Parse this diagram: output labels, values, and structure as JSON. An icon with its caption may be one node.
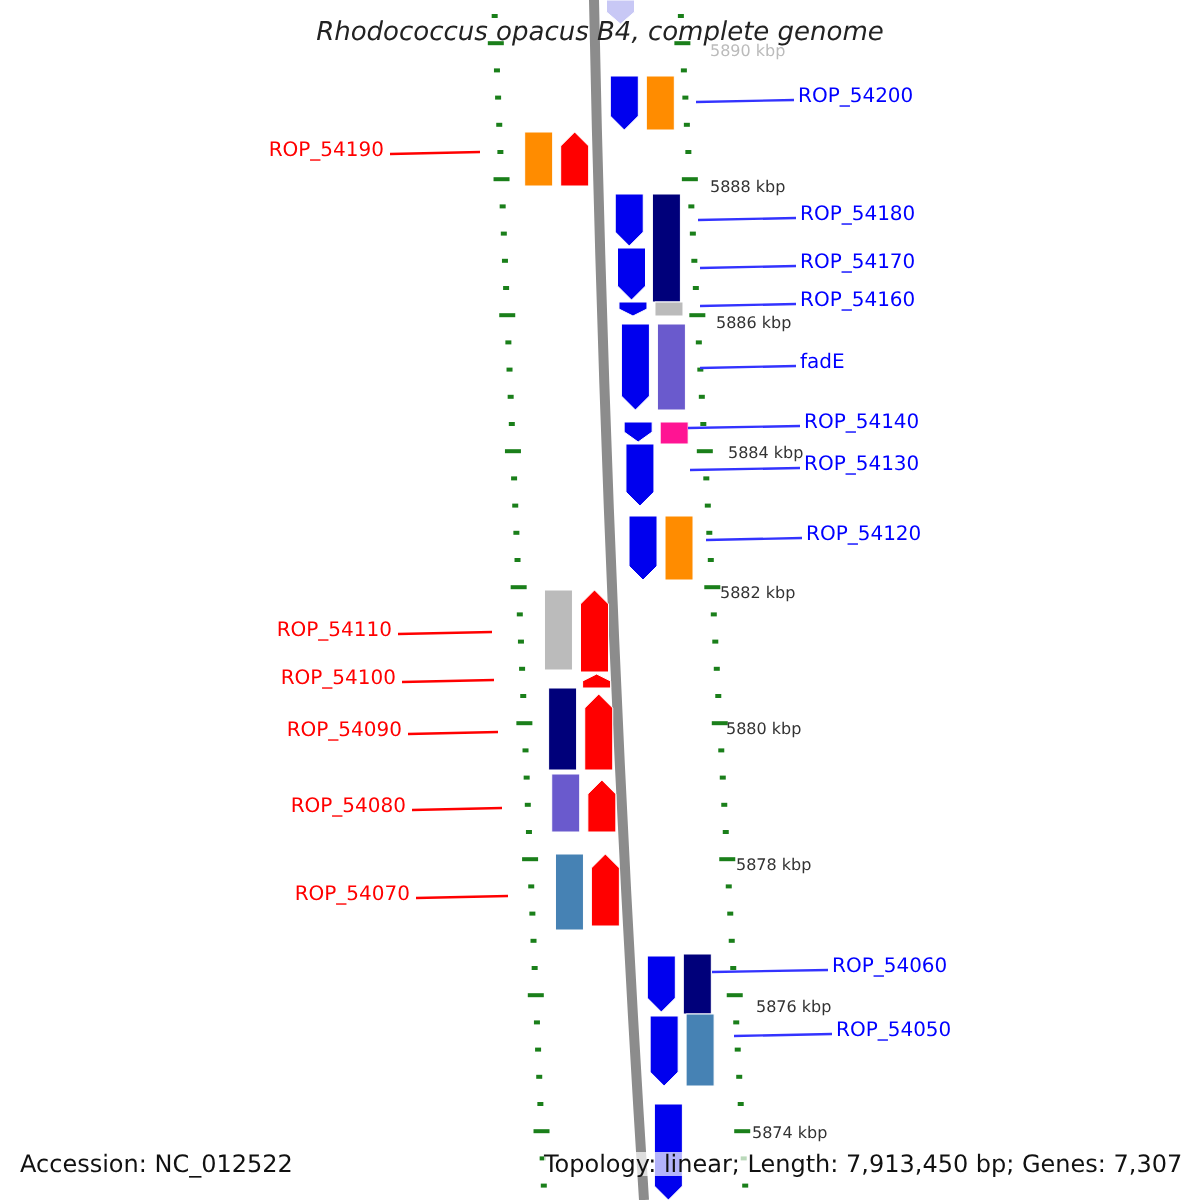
{
  "diagram": {
    "title": "Rhodococcus opacus B4, complete genome",
    "nodes": [
      {
        "text": [
          "ROP_54200"
        ]
      },
      {
        "text": [
          "ROP_54190"
        ]
      },
      {
        "text": [
          "ROP_54180"
        ]
      },
      {
        "text": [
          "ROP_54170"
        ]
      },
      {
        "text": [
          "ROP_54160"
        ]
      },
      {
        "text": [
          "fadE"
        ]
      },
      {
        "text": [
          "ROP_54140"
        ]
      },
      {
        "text": [
          "ROP_54130"
        ]
      },
      {
        "text": [
          "ROP_54120"
        ]
      },
      {
        "text": [
          "ROP_54110"
        ]
      },
      {
        "text": [
          "ROP_54100"
        ]
      },
      {
        "text": [
          "ROP_54090"
        ]
      },
      {
        "text": [
          "ROP_54080"
        ]
      },
      {
        "text": [
          "ROP_54070"
        ]
      },
      {
        "text": [
          "ROP_54060"
        ]
      },
      {
        "text": [
          "ROP_54050"
        ]
      }
    ],
    "edges": [
      {
        "from": 0,
        "to": null,
        "arrow": "none"
      },
      {
        "from": 1,
        "to": null,
        "arrow": "none",
        "color": "#ff0000"
      },
      {
        "from": 2,
        "to": null,
        "arrow": "none"
      },
      {
        "from": 3,
        "to": null,
        "arrow": "none"
      },
      {
        "from": 4,
        "to": null,
        "arrow": "none"
      },
      {
        "from": 5,
        "to": null,
        "arrow": "none"
      },
      {
        "from": 6,
        "to": null,
        "arrow": "none"
      },
      {
        "from": 7,
        "to": null,
        "arrow": "none"
      },
      {
        "from": 8,
        "to": null,
        "arrow": "none"
      },
      {
        "from": 9,
        "to": null,
        "arrow": "none",
        "color": "#ff0000"
      },
      {
        "from": 10,
        "to": null,
        "arrow": "none",
        "color": "#ff0000"
      },
      {
        "from": 11,
        "to": null,
        "arrow": "none",
        "color": "#ff0000"
      },
      {
        "from": 12,
        "to": null,
        "arrow": "none",
        "color": "#ff0000"
      },
      {
        "from": 13,
        "to": null,
        "arrow": "none",
        "color": "#ff0000"
      },
      {
        "from": 14,
        "to": null,
        "arrow": "none"
      },
      {
        "from": 15,
        "to": null,
        "arrow": "none"
      }
    ],
    "labels": [
      "5890 kbp",
      "5888 kbp",
      "5886 kbp",
      "5884 kbp",
      "5882 kbp",
      "5880 kbp",
      "5878 kbp",
      "5876 kbp",
      "5874 kbp",
      "Accession: NC_012522",
      "Topology: linear; Length: 7,913,450 bp; Genes: 7,307"
    ]
  }
}
